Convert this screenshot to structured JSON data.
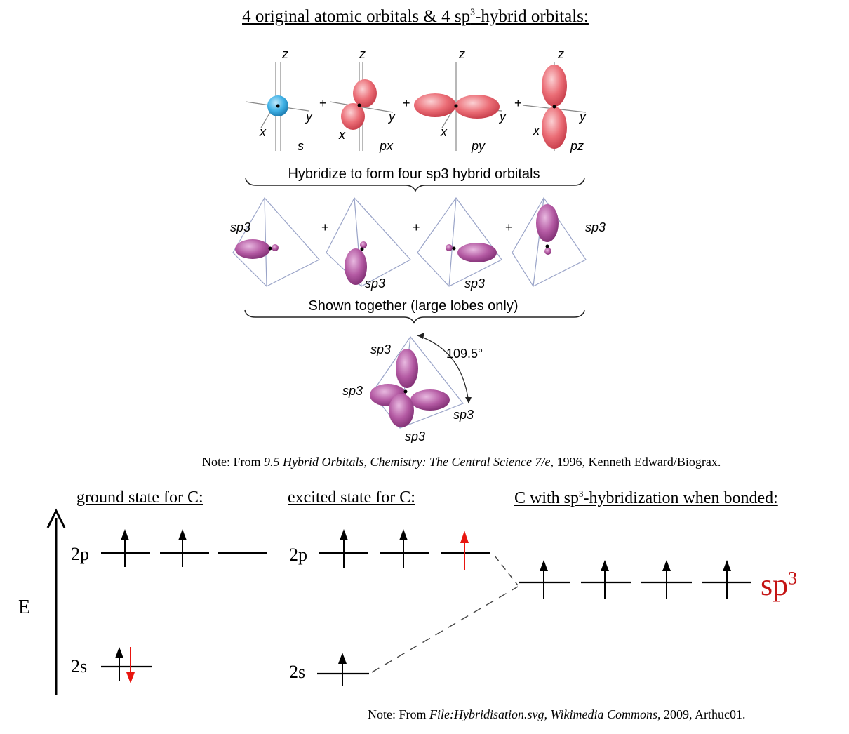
{
  "title": {
    "main": "4 original atomic orbitals & 4 sp",
    "sup": "3",
    "tail": "-hybrid orbitals:"
  },
  "top_figure": {
    "axis_z": "z",
    "axis_x": "x",
    "axis_y": "y",
    "plus": "+",
    "orb_s": "s",
    "orb_px": "px",
    "orb_py": "py",
    "orb_pz": "pz",
    "hybridize_caption": "Hybridize to form four sp3 hybrid orbitals",
    "hyb_label": "sp3",
    "together_caption": "Shown together (large lobes only)",
    "angle_label": "109.5°"
  },
  "note1": {
    "prefix": "Note: From ",
    "italic": "9.5 Hybrid Orbitals, Chemistry: The Central Science 7/e",
    "suffix": ", 1996, Kenneth Edward/Biograx."
  },
  "energy": {
    "axis_label": "E",
    "ground_title": "ground state for C:",
    "excited_title": "excited state for C:",
    "hybrid_title_pre": "C with sp",
    "hybrid_title_sup": "3",
    "hybrid_title_post": "-hybridization when bonded:",
    "label_2p": "2p",
    "label_2s": "2s",
    "sp3_main": "sp",
    "sp3_sup": "3",
    "spin_color": "#e8150f"
  },
  "note2": {
    "prefix": "Note: From ",
    "italic": "File:Hybridisation.svg, Wikimedia Commons",
    "suffix": ", 2009, Arthuc01."
  }
}
